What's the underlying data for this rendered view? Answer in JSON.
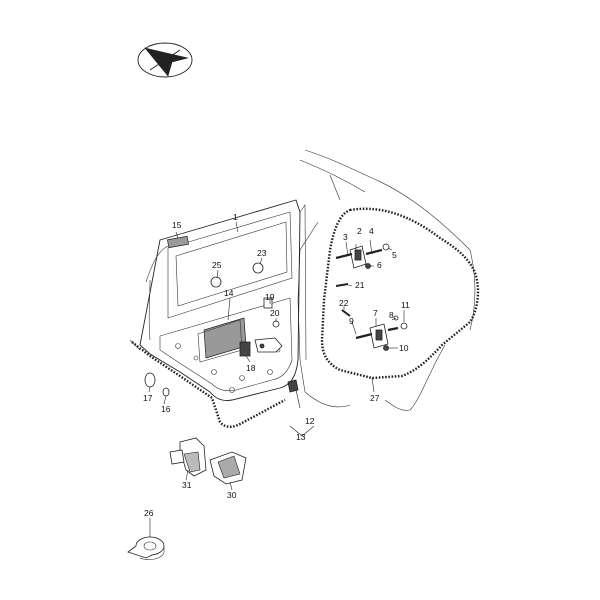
{
  "diagram": {
    "orientation_icon": "vehicle-direction-icon",
    "callouts": [
      {
        "id": "c1",
        "label": "1"
      },
      {
        "id": "c2",
        "label": "2"
      },
      {
        "id": "c3",
        "label": "3"
      },
      {
        "id": "c4",
        "label": "4"
      },
      {
        "id": "c5",
        "label": "5"
      },
      {
        "id": "c6",
        "label": "6"
      },
      {
        "id": "c7",
        "label": "7"
      },
      {
        "id": "c8",
        "label": "8"
      },
      {
        "id": "c9",
        "label": "9"
      },
      {
        "id": "c10",
        "label": "10"
      },
      {
        "id": "c11",
        "label": "11"
      },
      {
        "id": "c12",
        "label": "12"
      },
      {
        "id": "c13",
        "label": "13"
      },
      {
        "id": "c14",
        "label": "14"
      },
      {
        "id": "c15",
        "label": "15"
      },
      {
        "id": "c16",
        "label": "16"
      },
      {
        "id": "c17",
        "label": "17"
      },
      {
        "id": "c18",
        "label": "18"
      },
      {
        "id": "c19",
        "label": "19"
      },
      {
        "id": "c20",
        "label": "20"
      },
      {
        "id": "c21",
        "label": "21"
      },
      {
        "id": "c22",
        "label": "22"
      },
      {
        "id": "c23",
        "label": "23"
      },
      {
        "id": "c25",
        "label": "25"
      },
      {
        "id": "c26",
        "label": "26"
      },
      {
        "id": "c27",
        "label": "27"
      },
      {
        "id": "c30",
        "label": "30"
      },
      {
        "id": "c31",
        "label": "31"
      }
    ]
  }
}
